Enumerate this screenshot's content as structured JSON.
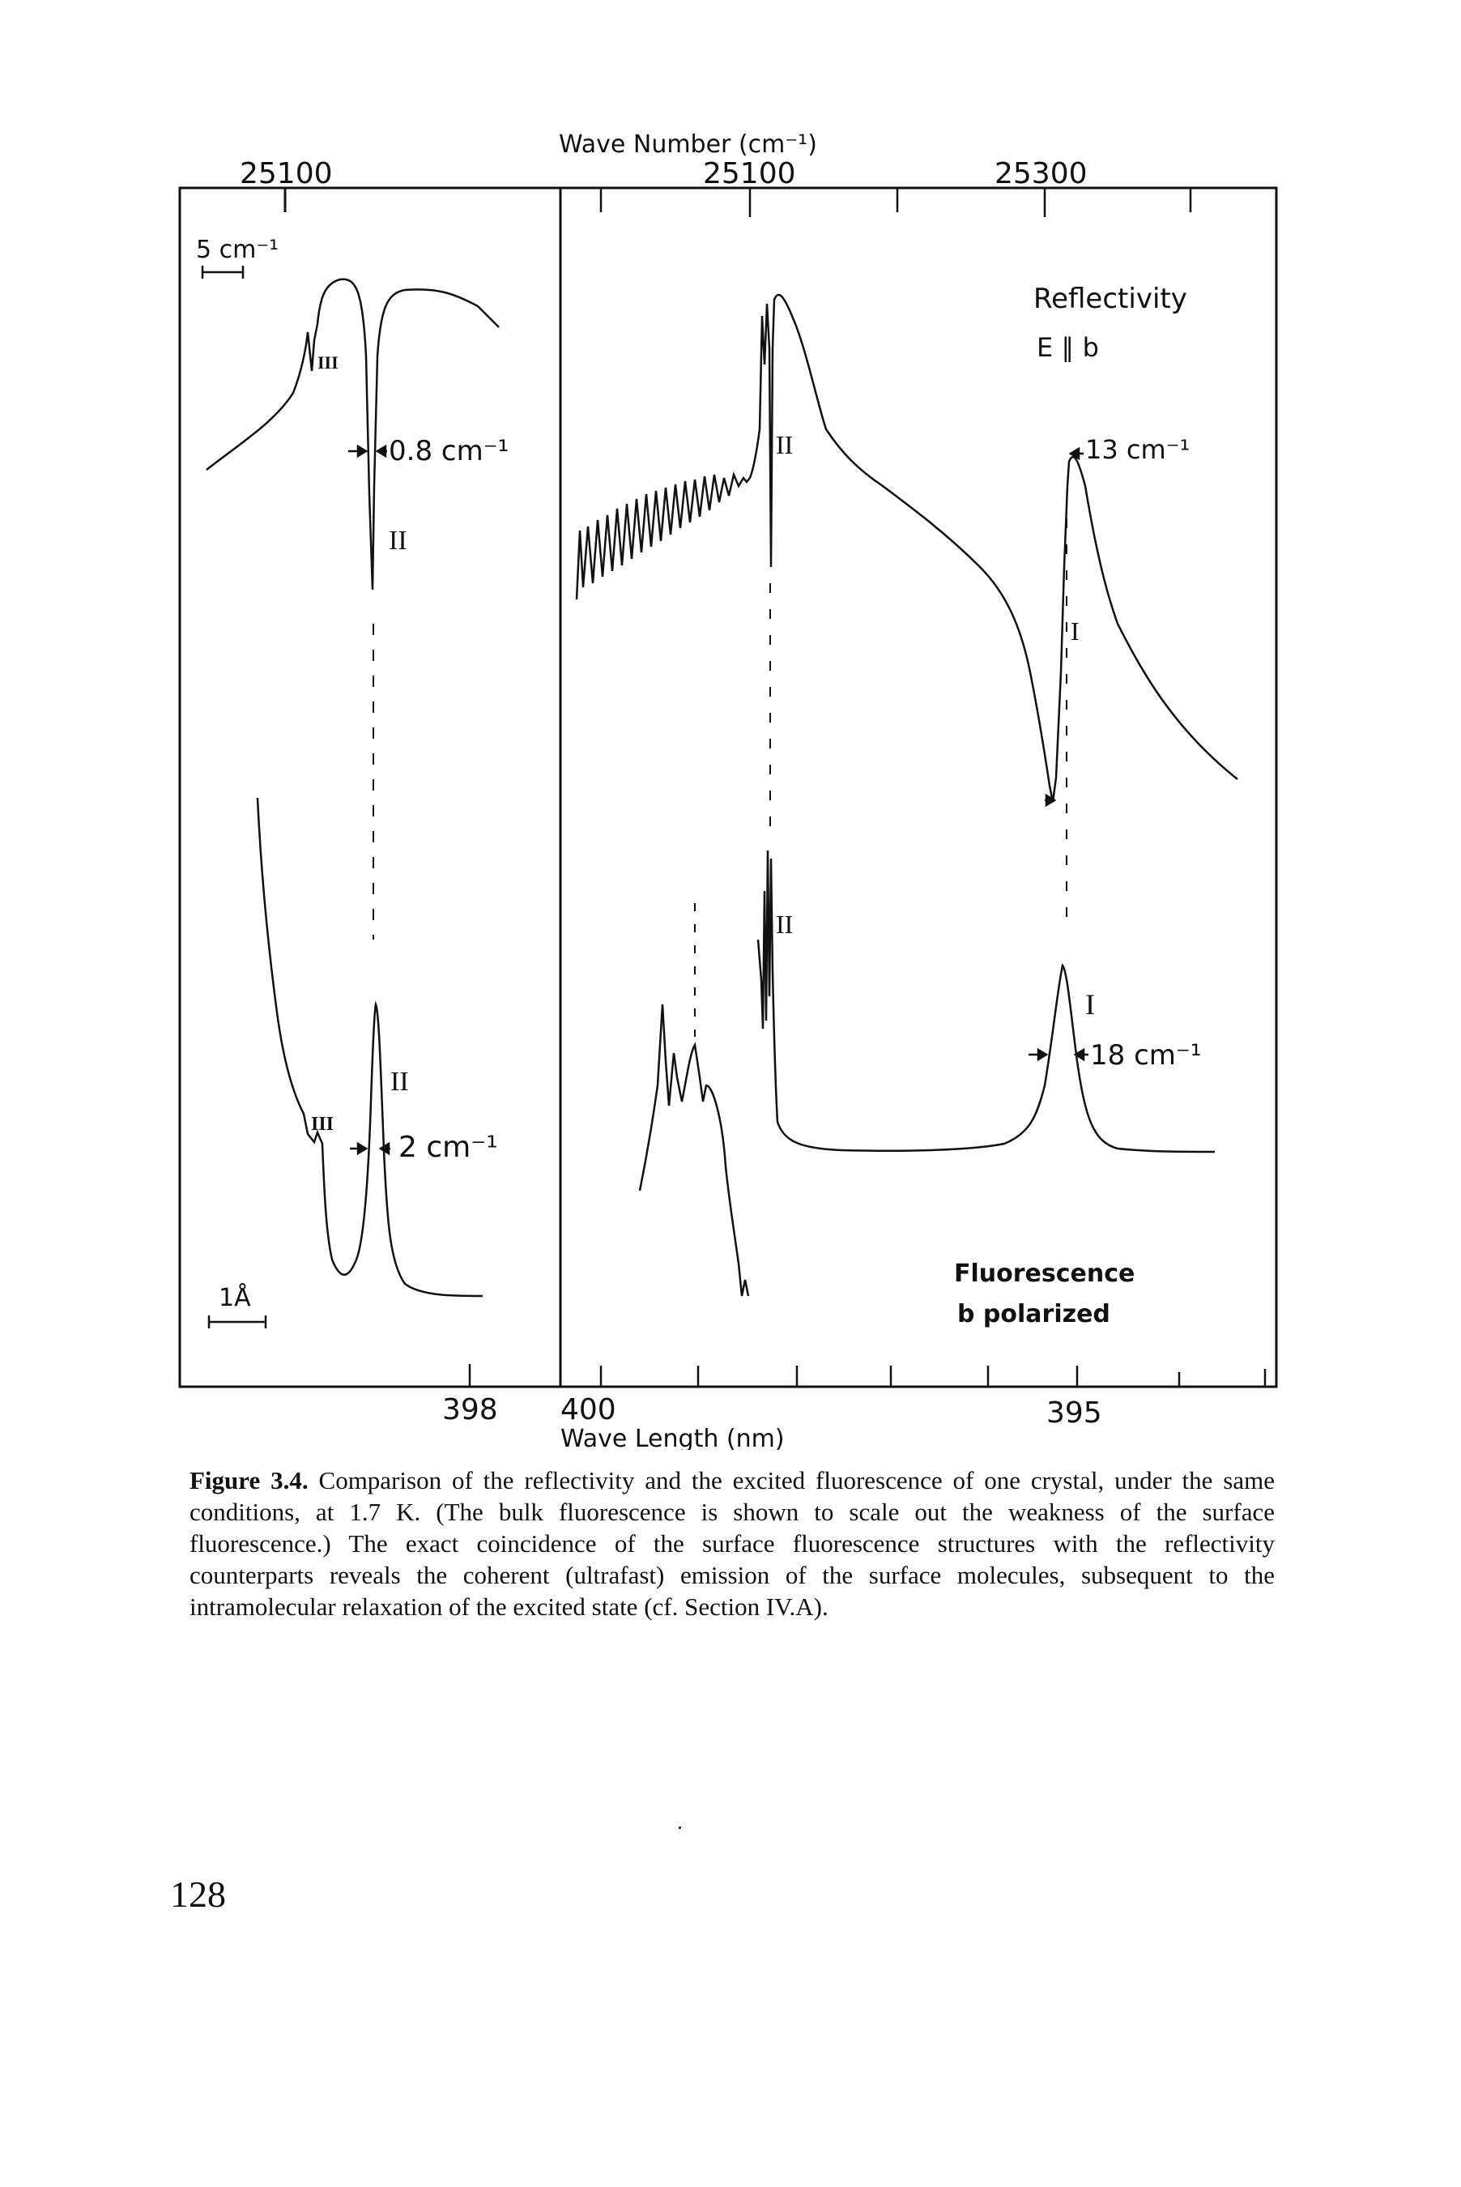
{
  "figure": {
    "top_axis_title": "Wave Number (cm⁻¹)",
    "left_panel": {
      "top_tick": "25100",
      "bottom_tick": "398",
      "scale_top": "5 cm⁻¹",
      "scale_bottom": "1Å",
      "reflectivity_labels": {
        "peak_III": "III",
        "width": "0.8 cm⁻¹",
        "peak_II": "II"
      },
      "fluorescence_labels": {
        "peak_II": "II",
        "peak_III": "III",
        "width": "2 cm⁻¹"
      }
    },
    "right_panel": {
      "top_ticks": [
        "25100",
        "25300"
      ],
      "bottom_ticks": [
        "400",
        "395"
      ],
      "bottom_axis_title": "Wave Length (nm)",
      "reflectivity_title": "Reflectivity",
      "reflectivity_polarization": "E ∥ b",
      "reflectivity_labels": {
        "peak_II": "II",
        "peak_I": "I",
        "width": "13 cm⁻¹"
      },
      "fluorescence_labels": {
        "peak_II": "II",
        "peak_I": "I",
        "width": "18 cm⁻¹"
      },
      "fluorescence_title": "Fluorescence",
      "fluorescence_polarization": "b polarized"
    }
  },
  "caption": {
    "label": "Figure 3.4.",
    "text": "Comparison of the reflectivity and the excited fluorescence of one crystal, under the same conditions, at 1.7 K. (The bulk fluorescence is shown to scale out the weakness of the surface fluorescence.) The exact coincidence of the surface fluorescence structures with the reflectivity counterparts reveals the coherent (ultrafast) emission of the surface molecules, subsequent to the intramolecular relaxation of the excited state (cf. Section IV.A)."
  },
  "page_number": "128"
}
